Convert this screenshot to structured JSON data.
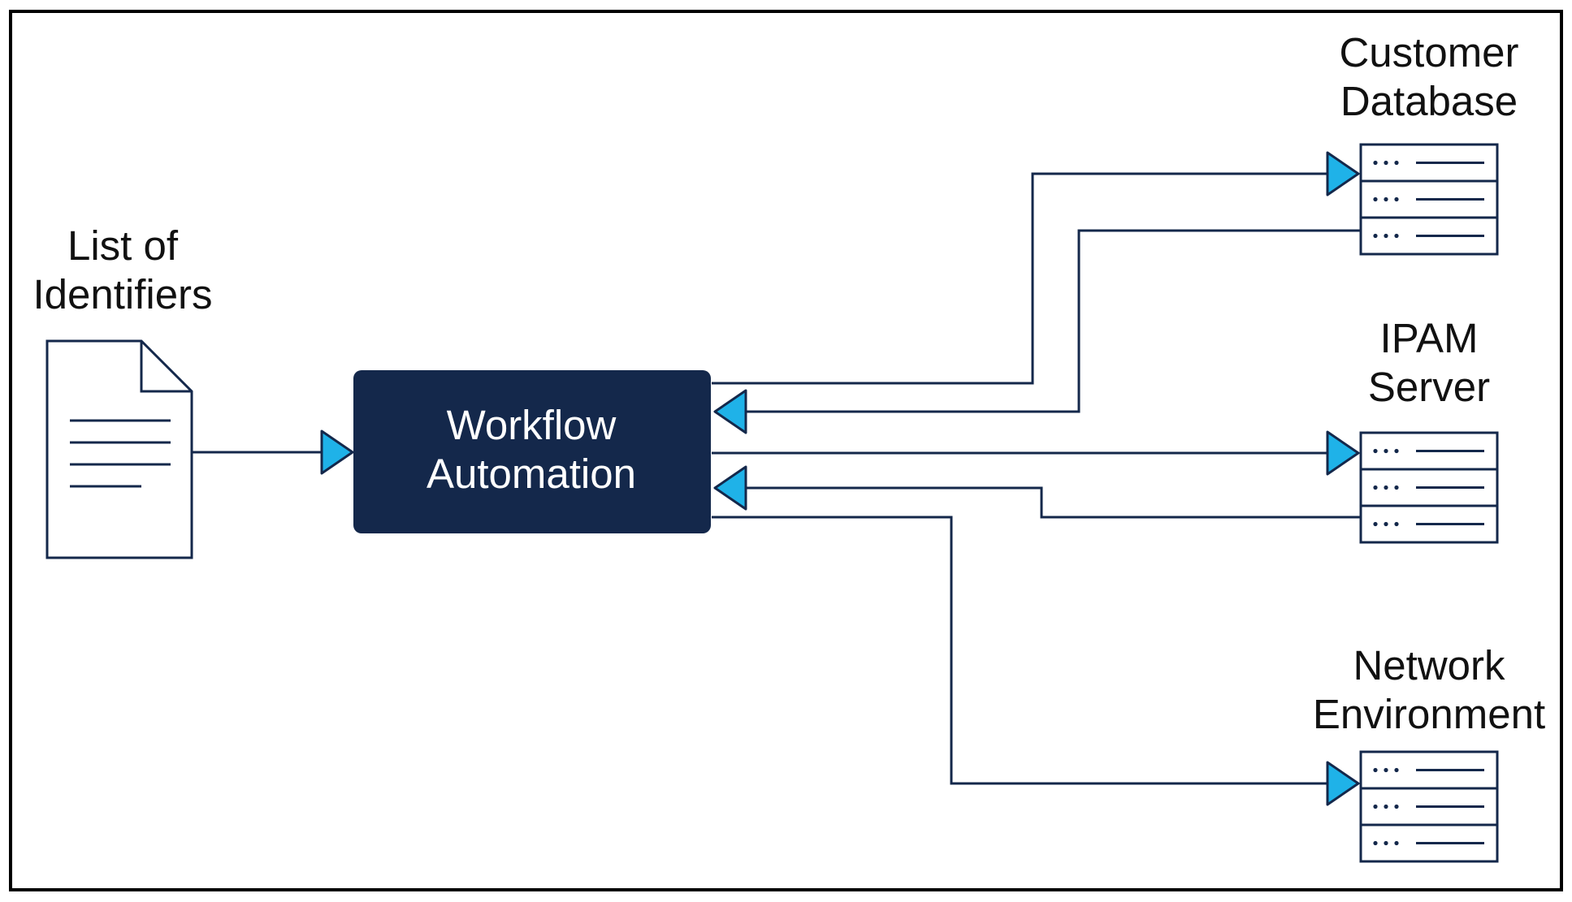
{
  "colors": {
    "navy": "#14284b",
    "arrow_fill": "#1fb2e8",
    "frame": "#000000",
    "background": "#ffffff"
  },
  "nodes": {
    "list": {
      "line1": "List of",
      "line2": "Identifiers",
      "icon": "document-icon"
    },
    "workflow": {
      "line1": "Workflow",
      "line2": "Automation"
    },
    "customer_db": {
      "line1": "Customer",
      "line2": "Database",
      "icon": "server-icon"
    },
    "ipam": {
      "line1": "IPAM",
      "line2": "Server",
      "icon": "server-icon"
    },
    "network": {
      "line1": "Network",
      "line2": "Environment",
      "icon": "server-icon"
    }
  },
  "edges": [
    {
      "from": "List of Identifiers",
      "to": "Workflow Automation"
    },
    {
      "from": "Workflow Automation",
      "to": "Customer Database"
    },
    {
      "from": "Customer Database",
      "to": "Workflow Automation"
    },
    {
      "from": "Workflow Automation",
      "to": "IPAM Server"
    },
    {
      "from": "IPAM Server",
      "to": "Workflow Automation"
    },
    {
      "from": "Workflow Automation",
      "to": "Network Environment"
    }
  ]
}
